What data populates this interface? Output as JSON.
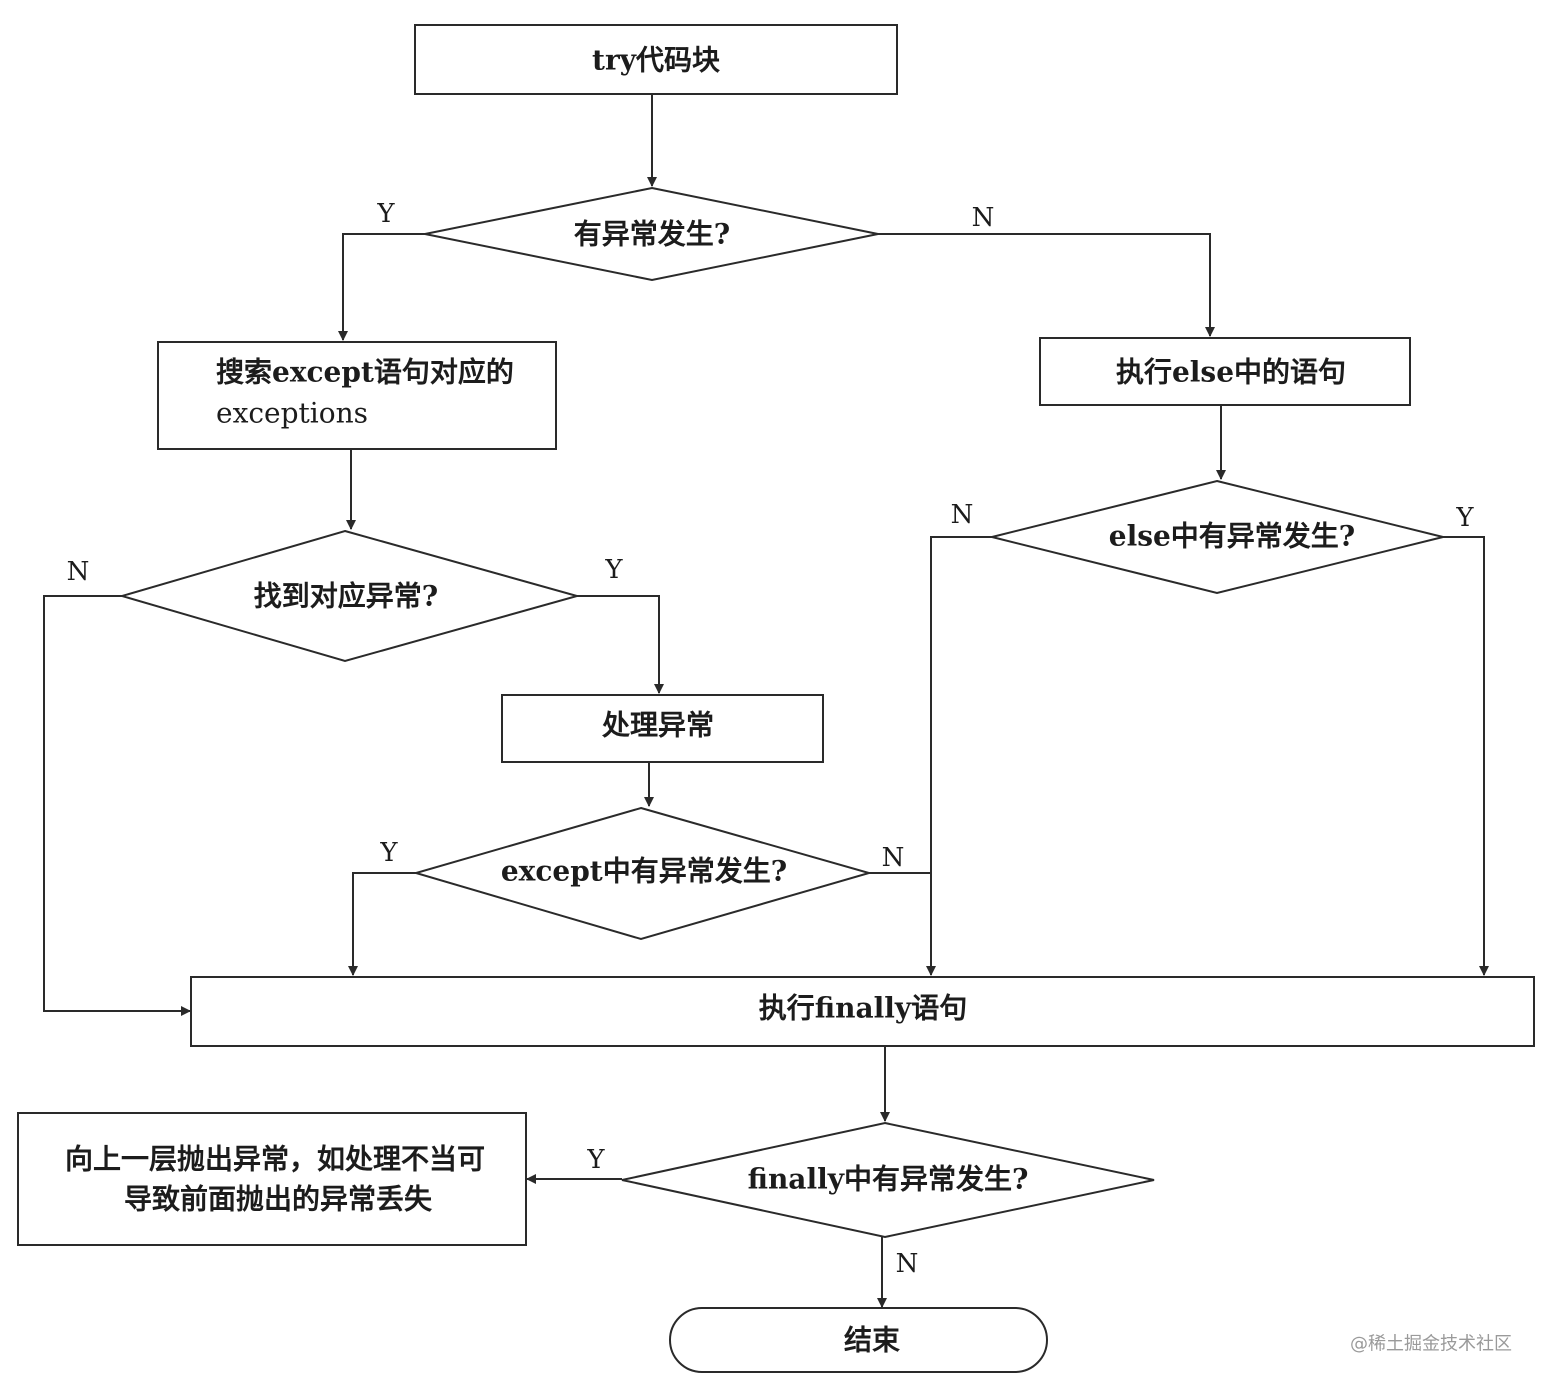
{
  "nodes": {
    "try_block": "try代码块",
    "exception_occurred": "有异常发生?",
    "search_except": [
      "搜索except语句对应的",
      "exceptions"
    ],
    "run_else": "执行else中的语句",
    "found_match": "找到对应异常?",
    "handle_exception": "处理异常",
    "else_exception": "else中有异常发生?",
    "except_exception": "except中有异常发生?",
    "run_finally": "执行finally语句",
    "finally_exception": "finally中有异常发生?",
    "raise_upward": [
      "向上一层抛出异常，如处理不当可",
      "导致前面抛出的异常丢失"
    ],
    "end": "结束"
  },
  "edge_labels": {
    "yes": "Y",
    "no": "N"
  },
  "watermark": "@稀土掘金技术社区",
  "colors": {
    "line": "#2a2a2a",
    "text": "#1c1c1c",
    "background": "#ffffff",
    "watermark": "#9a9a9a"
  }
}
